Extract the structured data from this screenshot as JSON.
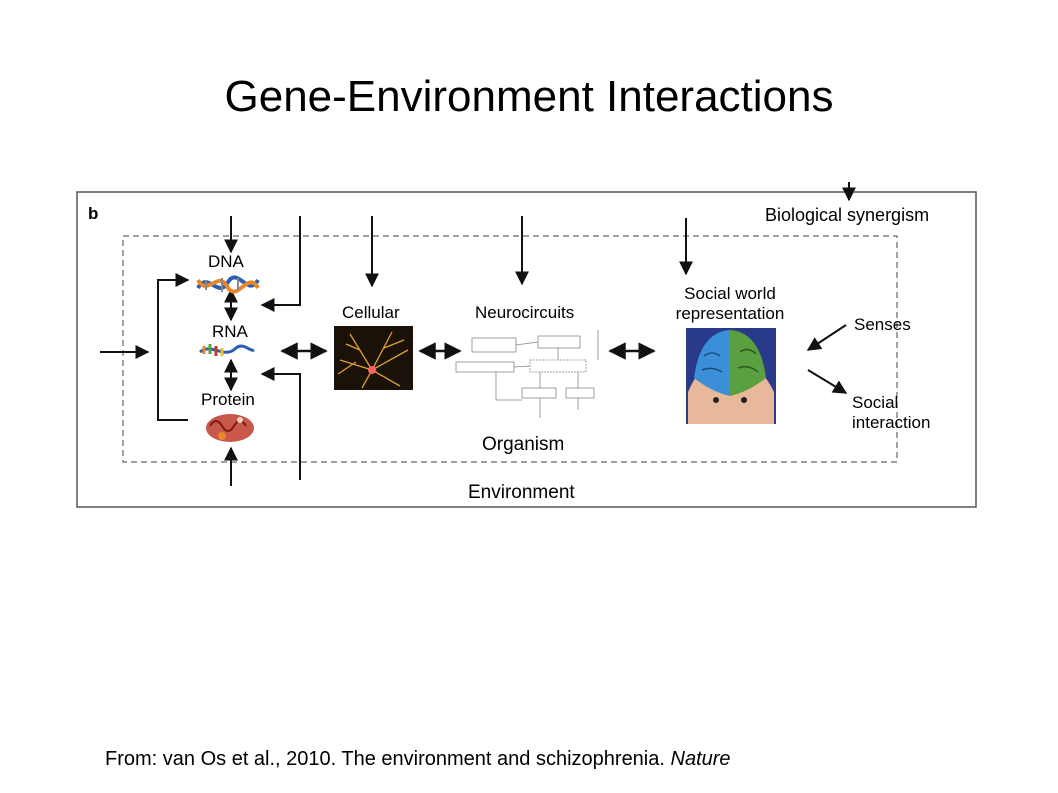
{
  "slide": {
    "title": "Gene-Environment Interactions"
  },
  "figure": {
    "panel_letter": "b",
    "labels": {
      "biological_synergism": "Biological synergism",
      "dna": "DNA",
      "rna": "RNA",
      "protein": "Protein",
      "cellular": "Cellular",
      "neurocircuits": "Neurocircuits",
      "social_world_line1": "Social world",
      "social_world_line2": "representation",
      "senses": "Senses",
      "social_interaction_line1": "Social",
      "social_interaction_line2": "interaction",
      "organism": "Organism",
      "environment": "Environment"
    },
    "colors": {
      "frame": "#555555",
      "arrow": "#111111",
      "dna_blue": "#2a5fb0",
      "dna_orange": "#e8862a",
      "neuron_bg": "#1a1208",
      "neuron": "#e0a030",
      "protein_red": "#c0392b",
      "brain_blue": "#3a8fd8",
      "brain_green": "#5aa040"
    }
  },
  "citation": {
    "text": "From: van Os et al., 2010. The environment and schizophrenia. ",
    "journal": "Nature"
  }
}
